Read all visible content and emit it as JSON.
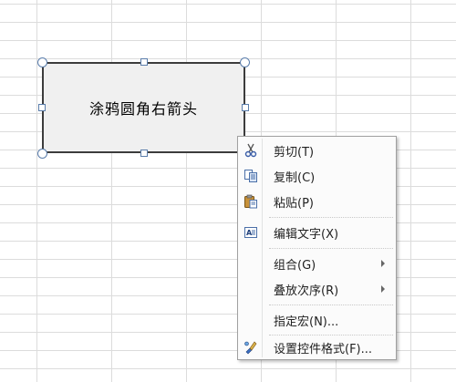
{
  "shape": {
    "label": "涂鸦圆角右箭头"
  },
  "context_menu": {
    "items": [
      {
        "label": "剪切(T)",
        "icon": "scissors-icon"
      },
      {
        "label": "复制(C)",
        "icon": "copy-icon"
      },
      {
        "label": "粘贴(P)",
        "icon": "paste-icon"
      },
      {
        "label": "编辑文字(X)",
        "icon": "edit-text-icon"
      },
      {
        "label": "组合(G)",
        "icon": ""
      },
      {
        "label": "叠放次序(R)",
        "icon": ""
      },
      {
        "label": "指定宏(N)...",
        "icon": ""
      },
      {
        "label": "设置控件格式(F)...",
        "icon": "format-control-icon"
      }
    ]
  }
}
